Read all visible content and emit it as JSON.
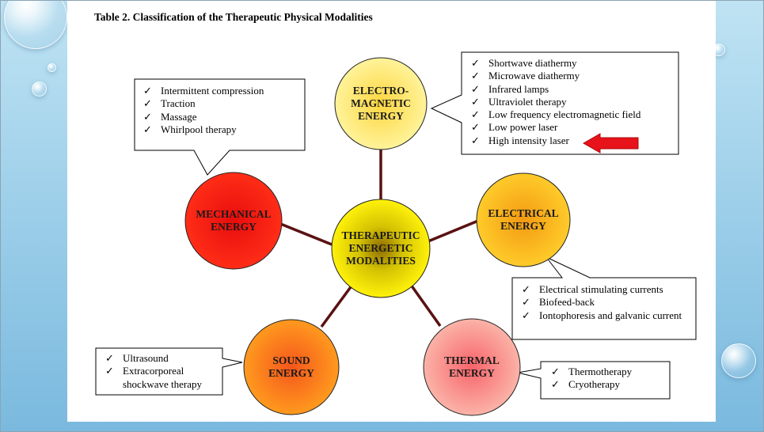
{
  "title": "Table 2. Classification of the Therapeutic Physical Modalities",
  "check_glyph": "✓",
  "center": {
    "line1": "THERAPEUTIC",
    "line2": "ENERGETIC",
    "line3": "MODALITIES"
  },
  "nodes": {
    "electromagnetic": {
      "line1": "ELECTRO-",
      "line2": "MAGNETIC",
      "line3": "ENERGY",
      "color": "#fde567"
    },
    "electrical": {
      "line1": "ELECTRICAL",
      "line2": "ENERGY",
      "color": "#fbb21c"
    },
    "thermal": {
      "line1": "THERMAL",
      "line2": "ENERGY",
      "color": "#f7918a"
    },
    "sound": {
      "line1": "SOUND",
      "line2": "ENERGY",
      "color": "#fb7a1f"
    },
    "mechanical": {
      "line1": "MECHANICAL",
      "line2": "ENERGY",
      "color": "#f31d1d"
    }
  },
  "lists": {
    "mechanical": [
      "Intermittent compression",
      "Traction",
      "Massage",
      "Whirlpool therapy"
    ],
    "electromagnetic": [
      "Shortwave diathermy",
      "Microwave diathermy",
      "Infrared lamps",
      "Ultraviolet therapy",
      "Low frequency electromagnetic field",
      "Low power laser",
      "High intensity laser"
    ],
    "electrical": [
      "Electrical stimulating currents",
      "Biofeed-back",
      "Iontophoresis and galvanic current"
    ],
    "thermal": [
      "Thermotherapy",
      "Cryotherapy"
    ],
    "sound": [
      "Ultrasound",
      "Extracorporeal shockwave therapy"
    ]
  },
  "colors": {
    "connector": "#5a1212",
    "arrow": "#e8121a"
  },
  "icons": {
    "highlight_arrow": "left-pointing red arrow",
    "bullet": "check-mark-icon"
  }
}
